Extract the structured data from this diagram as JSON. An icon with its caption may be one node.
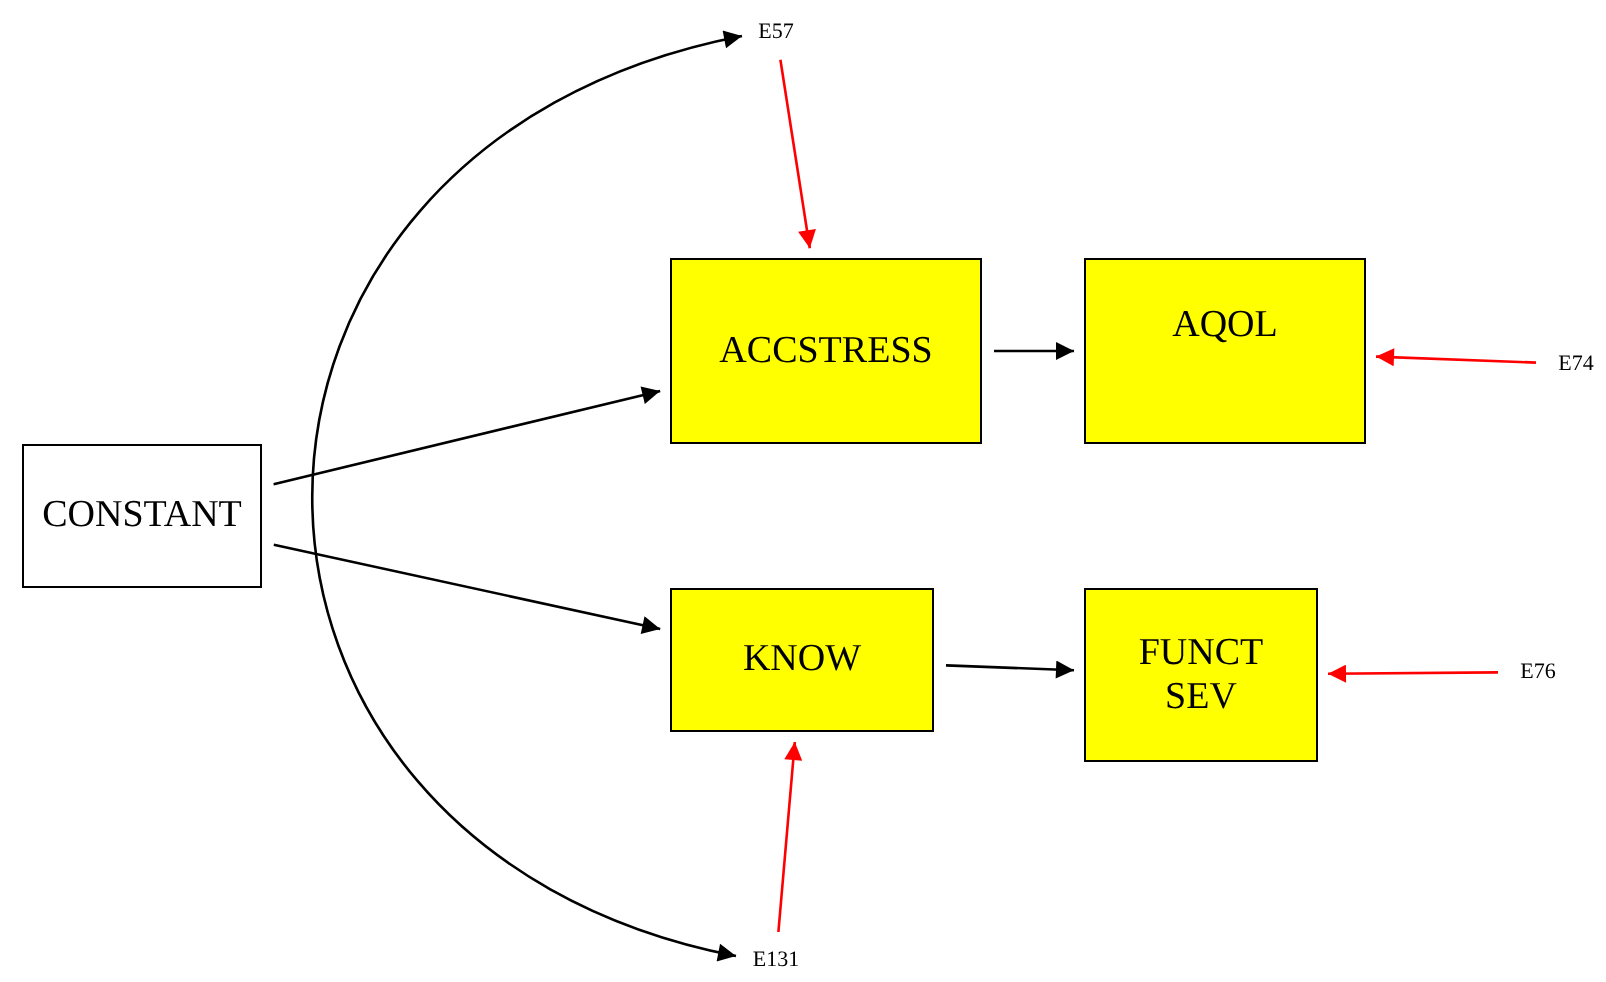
{
  "diagram": {
    "nodes": [
      {
        "text": [
          "CONSTANT"
        ]
      },
      {
        "text": [
          "ACCSTRESS"
        ]
      },
      {
        "text": [
          "AQOL"
        ]
      },
      {
        "text": [
          "KNOW"
        ]
      },
      {
        "text": [
          "FUNCT SEV"
        ]
      },
      {
        "text": [
          "E57"
        ]
      },
      {
        "text": [
          "E74"
        ]
      },
      {
        "text": [
          "E76"
        ]
      },
      {
        "text": [
          "E131"
        ]
      }
    ],
    "edges": [
      {
        "from": 0,
        "to": 1,
        "arrow": "to"
      },
      {
        "from": 0,
        "to": 3,
        "arrow": "to"
      },
      {
        "from": 1,
        "to": 2,
        "arrow": "to"
      },
      {
        "from": 3,
        "to": 4,
        "arrow": "to"
      },
      {
        "from": 5,
        "to": 1,
        "arrow": "to",
        "color": "#ff0000"
      },
      {
        "from": 6,
        "to": 2,
        "arrow": "to",
        "color": "#ff0000"
      },
      {
        "from": 7,
        "to": 4,
        "arrow": "to",
        "color": "#ff0000"
      },
      {
        "from": 8,
        "to": 3,
        "arrow": "to",
        "color": "#ff0000"
      },
      {
        "from": 5,
        "to": 8,
        "arrow": "both"
      }
    ]
  }
}
